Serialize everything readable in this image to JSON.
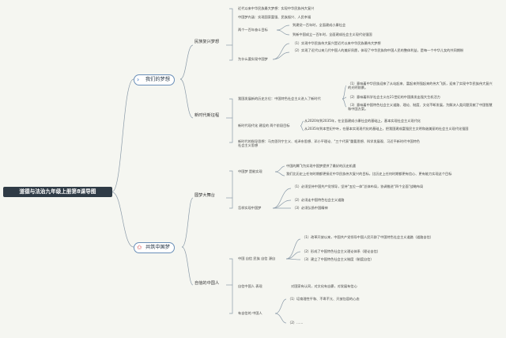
{
  "root": "道德与法治九年级上册第8课导图",
  "dream": {
    "label": "我们的梦想",
    "icon": "chevron-right-blue-icon",
    "national_goal": {
      "label": "民族复兴梦想",
      "items": [
        "近代以来中华民族最大梦想：实现中华民族伟大复兴",
        "中国梦内涵：实现国家富强、民族振兴、人民幸福",
        "两个一百年奋斗目标"
      ],
      "goals": [
        "到建党一百年时，全面建成小康社会",
        "到新中国成立一百年时，全面建成社会主义现代化强国"
      ],
      "why": {
        "label": "为什么要实现中国梦",
        "items": [
          "（1）实现中华民族伟大复兴是近代以来中华民族最伟大梦想",
          "（2）实现了近代以来几代中国人的美好夙愿，体现了中华民族和中国人民的整体利益，是每一个中华儿女的共同期盼"
        ]
      }
    },
    "new_era": {
      "label": "新时代新征程",
      "items": [
        "我国发展新的历史方位：中国特色社会主义进入了新时代"
      ],
      "meaning": [
        "（1）意味着中华民族迎来了从站起来、富起来到强起来的伟大飞跃，迎来了实现中华民族伟大复兴的光明前景。",
        "（2）意味着科学社会主义在21世纪的中国焕发出强大生机活力",
        "（3）意味着中国特色社会主义道路、理论、制度、文化不断发展，为解决人类问题贡献了中国智慧和中国方案。"
      ],
      "steps_label": "新时代现代化 建设的 两个阶段目标",
      "steps": [
        "从2020年到2035年，在全面建成小康社会的基础上，基本实现社会主义现代化",
        "从2035年到本世纪中叶，在基本实现现代化的基础上，把我国建成富强民主文明和谐美丽的社会主义现代化强国"
      ],
      "guide": "新时代的指导思想：马克思列宁主义、毛泽东思想、邓小平理论、\"三个代表\"重要思想、科学发展观、习近平新时代中国特色社会主义思想"
    }
  },
  "build": {
    "label": "共筑中国梦",
    "icon": "star-red-icon",
    "stage": {
      "label": "圆梦大舞台",
      "realize": {
        "label": "中国梦 是能实现",
        "items": [
          "中国的腾飞为实现中国梦提供了最好的历史机遇",
          "我们比历史上任何时期都更接近中华民族伟大复兴的目标，比历史上任何时期都更有信心、更有能力实现这个目标"
        ]
      },
      "path": {
        "label": "怎样实现中国梦",
        "items": [
          "（1）必须坚持中国共产党领导，坚持\"五位一体\"总体布局，协调推进\"四个全面\"战略布局",
          "（2）必须走中国特色社会主义道路",
          "（3）必须弘扬中国精神"
        ]
      }
    },
    "people": {
      "label": "自信的中国人",
      "confidence": {
        "label": "中国 自信 民族 自信 源自",
        "items": [
          "（1）改革开放以来，中国共产党领导中国人民开辟了中国特色社会主义道路（道路自信）",
          "（2）形成了中国特色社会主义理论体系（理论自信）",
          "（3）建立了中国特色社会主义制度（制度自信）"
        ]
      },
      "strong": {
        "label": "自信中国人 表现",
        "item": "对国家有认同，对文化有自豪，对发展有信心"
      },
      "hope": {
        "label": "有自信的 中国人",
        "items": [
          "（1）培育理性平和、不卑不亢、开放包容的心态",
          "（2）……"
        ]
      }
    }
  },
  "colors": {
    "line": "#8a9aa8",
    "accent": "#3b72c2",
    "star": "#d02a2a",
    "root_bg": "#2f3b46"
  }
}
